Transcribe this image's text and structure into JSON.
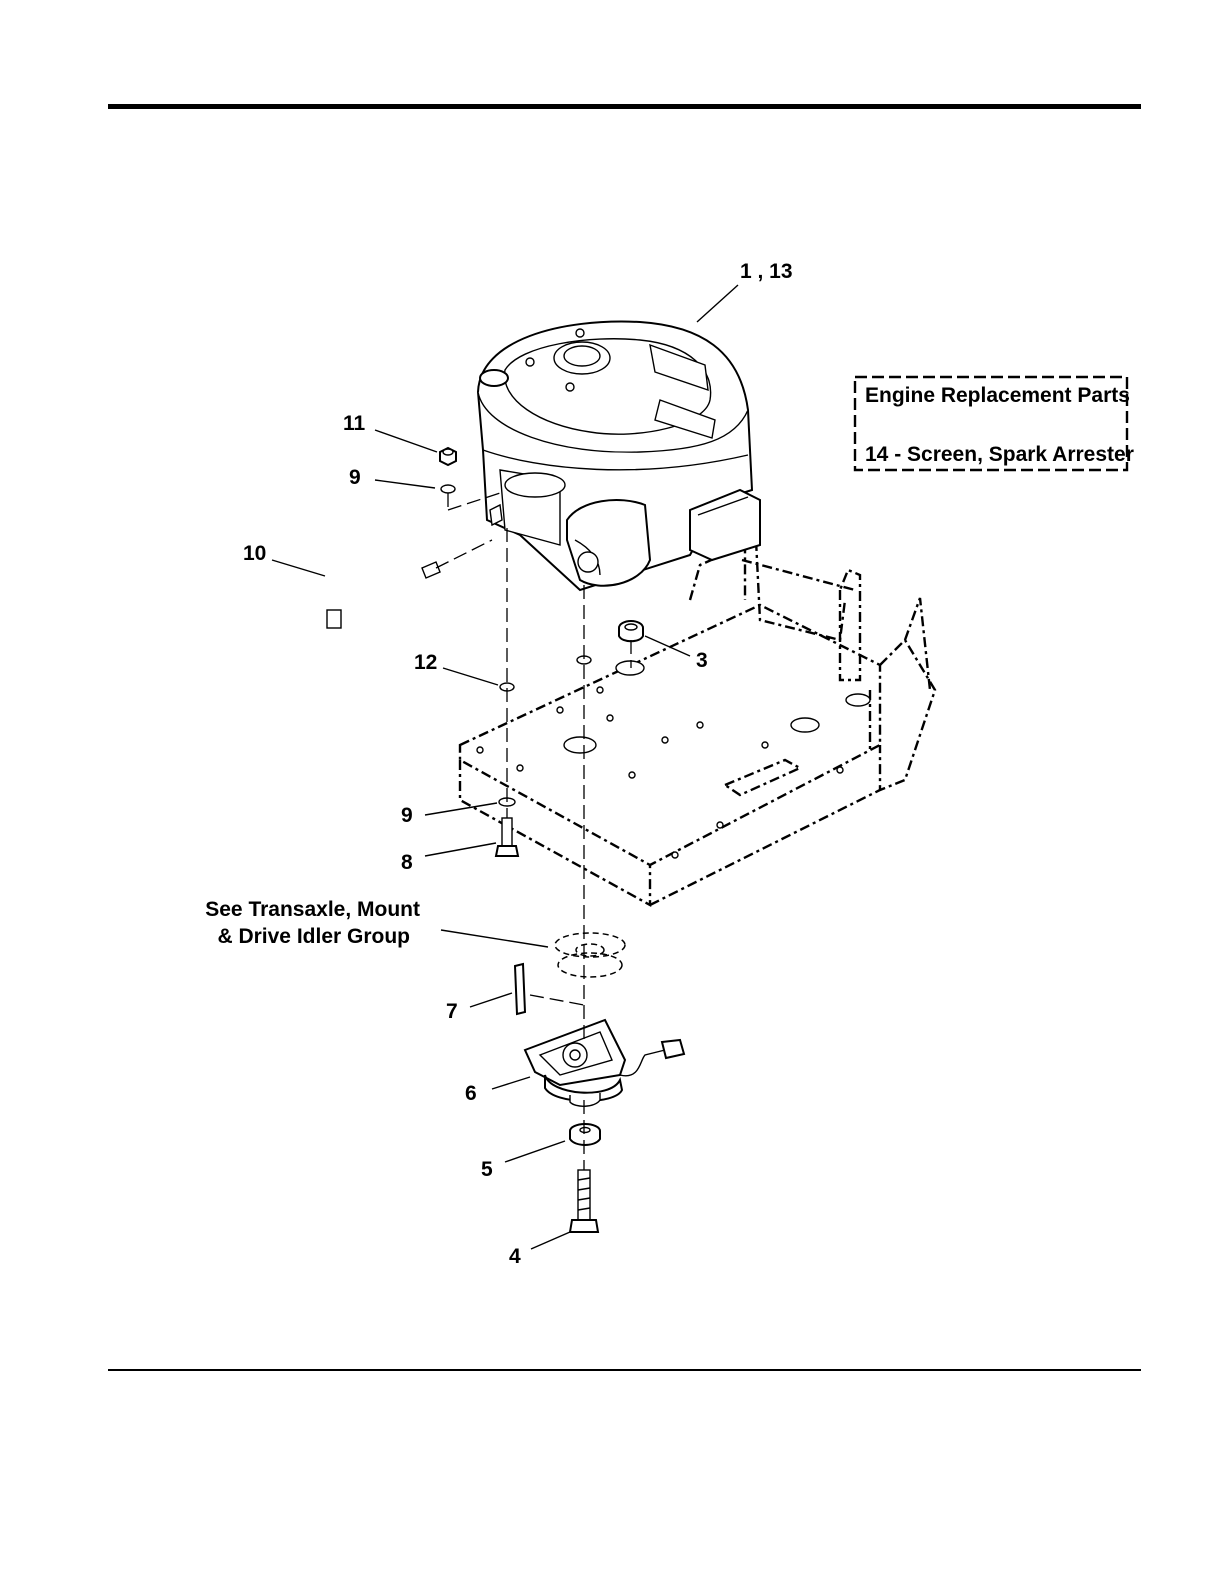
{
  "note": {
    "heading": "Engine Replacement Parts",
    "item": "14 - Screen, Spark Arrester"
  },
  "callouts": {
    "c1_13": "1 , 13",
    "c11": "11",
    "c9_top": "9",
    "c10": "10",
    "c12": "12",
    "c3": "3",
    "c9_bottom": "9",
    "c8": "8",
    "c7": "7",
    "c6": "6",
    "c5": "5",
    "c4": "4"
  },
  "reference": {
    "line1": "See Transaxle, Mount",
    "line2": "& Drive Idler Group"
  }
}
